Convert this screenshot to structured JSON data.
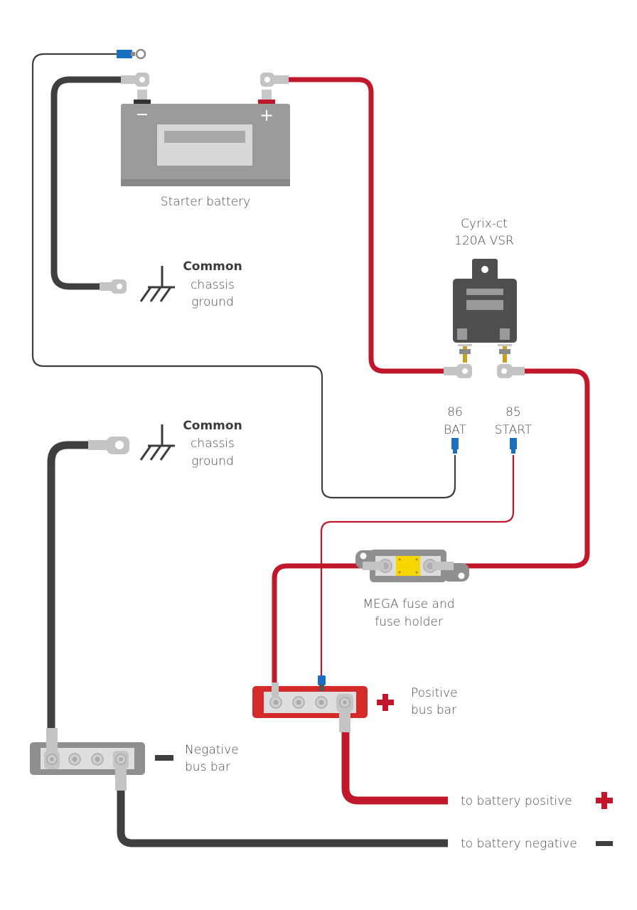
{
  "diagram": {
    "title": "Cyrix-ct VSR wiring diagram",
    "colors": {
      "positive_wire": "#c0182a",
      "negative_wire": "#3f3f3f",
      "battery_body": "#9b9b9b",
      "busbar_positive": "#d42a2a",
      "busbar_negative": "#8f8f8f",
      "connector_blue": "#1a6fc0",
      "fuse_yellow": "#f7d600",
      "lug_gray": "#c4c4c4"
    },
    "components": {
      "starter_battery": {
        "label": "Starter battery",
        "neg_symbol": "−",
        "pos_symbol": "+"
      },
      "ground_top": {
        "title": "Common",
        "line2": "chassis",
        "line3": "ground"
      },
      "ground_bottom": {
        "title": "Common",
        "line2": "chassis",
        "line3": "ground"
      },
      "vsr": {
        "line1": "Cyrix-ct",
        "line2": "120A VSR"
      },
      "terminal_86": {
        "number": "86",
        "name": "BAT"
      },
      "terminal_85": {
        "number": "85",
        "name": "START"
      },
      "fuse": {
        "line1": "MEGA fuse and",
        "line2": "fuse holder"
      },
      "positive_busbar": {
        "line1": "Positive",
        "line2": "bus bar",
        "symbol": "+"
      },
      "negative_busbar": {
        "line1": "Negative",
        "line2": "bus bar",
        "symbol": "−"
      }
    },
    "outputs": {
      "to_positive": {
        "label": "to battery positive",
        "symbol": "+"
      },
      "to_negative": {
        "label": "to battery negative",
        "symbol": "−"
      }
    }
  }
}
